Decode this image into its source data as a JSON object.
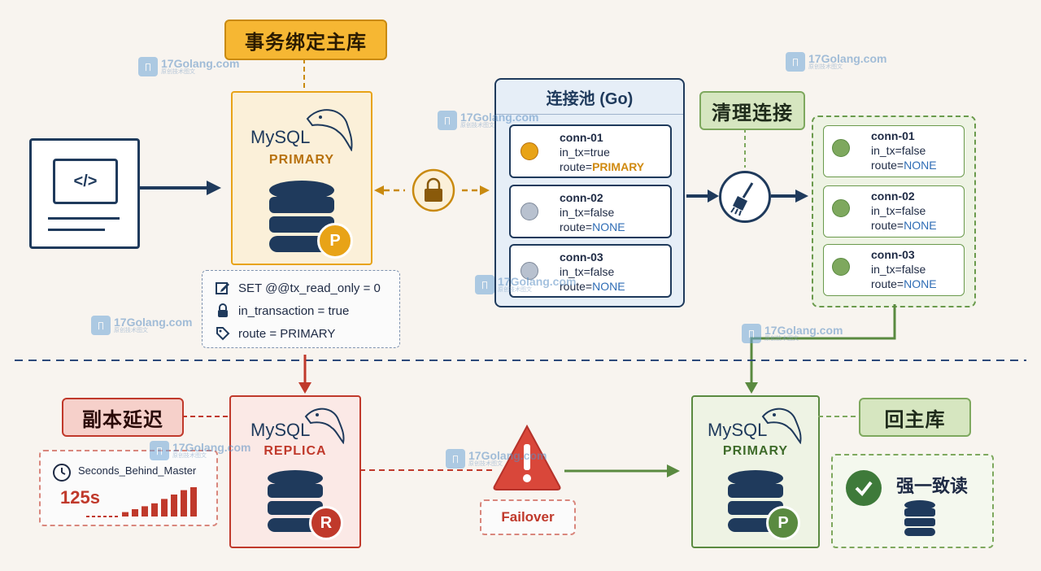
{
  "labels": {
    "tx_bind_primary": "事务绑定主库",
    "pool_title": "连接池 (Go)",
    "cleanup": "清理连接",
    "replica_lag": "副本延迟",
    "back_to_primary": "回主库",
    "strong_read": "强一致读",
    "failover": "Failover"
  },
  "primary_top": {
    "brand": "MySQL",
    "role": "PRIMARY",
    "badge": "P"
  },
  "replica": {
    "brand": "MySQL",
    "role": "REPLICA",
    "badge": "R"
  },
  "primary_bottom": {
    "brand": "MySQL",
    "role": "PRIMARY",
    "badge": "P"
  },
  "session_props": [
    {
      "icon": "edit-icon",
      "text": "SET @@tx_read_only = 0"
    },
    {
      "icon": "lock-icon",
      "text": "in_transaction = true"
    },
    {
      "icon": "tag-icon",
      "text": "route = PRIMARY"
    }
  ],
  "pool_connections": [
    {
      "name": "conn-01",
      "tx_label": "in_tx=",
      "tx_value": "true",
      "route_label": "route=",
      "route_value": "PRIMARY",
      "state": "active"
    },
    {
      "name": "conn-02",
      "tx_label": "in_tx=",
      "tx_value": "false",
      "route_label": "route=",
      "route_value": "NONE",
      "state": "idle"
    },
    {
      "name": "conn-03",
      "tx_label": "in_tx=",
      "tx_value": "false",
      "route_label": "route=",
      "route_value": "NONE",
      "state": "idle"
    }
  ],
  "cleaned_connections": [
    {
      "name": "conn-01",
      "tx_label": "in_tx=",
      "tx_value": "false",
      "route_label": "route=",
      "route_value": "NONE"
    },
    {
      "name": "conn-02",
      "tx_label": "in_tx=",
      "tx_value": "false",
      "route_label": "route=",
      "route_value": "NONE"
    },
    {
      "name": "conn-03",
      "tx_label": "in_tx=",
      "tx_value": "false",
      "route_label": "route=",
      "route_value": "NONE"
    }
  ],
  "lag": {
    "metric": "Seconds_Behind_Master",
    "value": "125s",
    "bar_levels": [
      0.15,
      0.25,
      0.35,
      0.45,
      0.6,
      0.75,
      0.9,
      1.0
    ]
  },
  "watermark": {
    "brand": "17Golang.com",
    "sub": "原创技术图文"
  },
  "colors": {
    "navy": "#1f3a5c",
    "orange": "#e8a317",
    "primary_bg": "#fbf0d9",
    "red": "#c0392b",
    "replica_bg": "#fbe9e6",
    "green": "#5a8a40",
    "green_bg": "#eef3e4",
    "pool_bg": "#e6eef7",
    "blue_text": "#2f6db5"
  }
}
